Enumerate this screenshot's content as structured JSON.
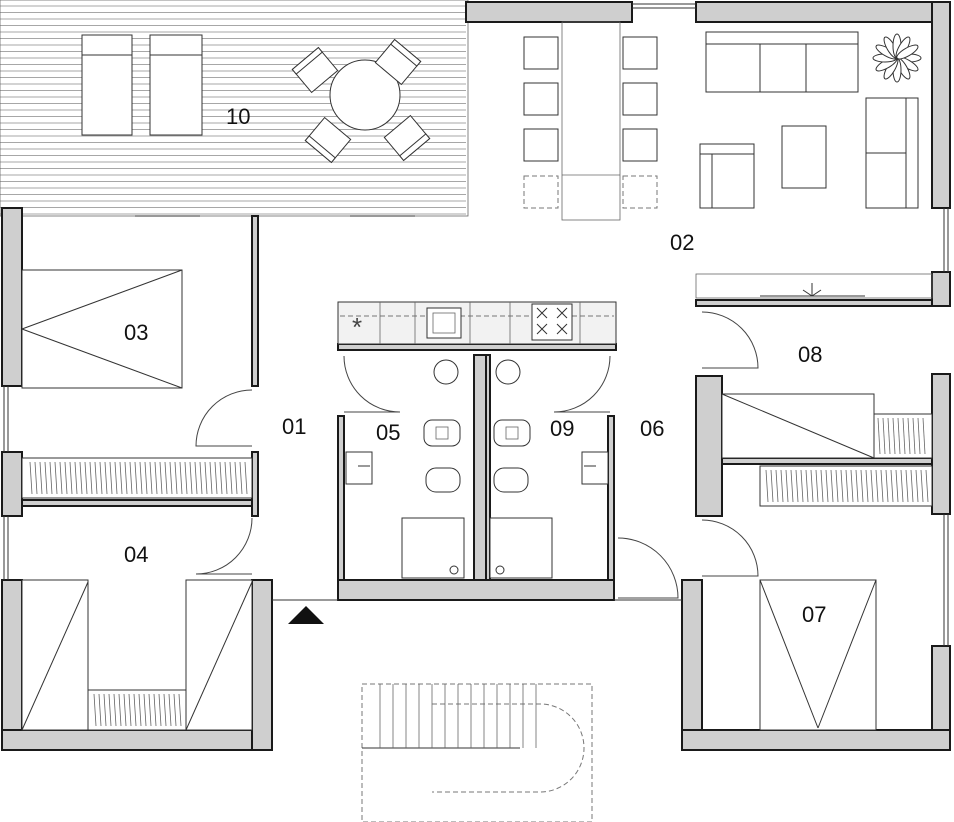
{
  "rooms": {
    "r01": "01",
    "r02": "02",
    "r03": "03",
    "r04": "04",
    "r05": "05",
    "r06": "06",
    "r07": "07",
    "r08": "08",
    "r09": "09",
    "r10": "10"
  },
  "symbols": {
    "asterisk": "*",
    "entrance_icon": "entrance-arrow"
  },
  "colors": {
    "wall_fill": "#cfcfcf",
    "wall_stroke": "#1a1a1a",
    "line": "#333333",
    "background": "#ffffff"
  }
}
